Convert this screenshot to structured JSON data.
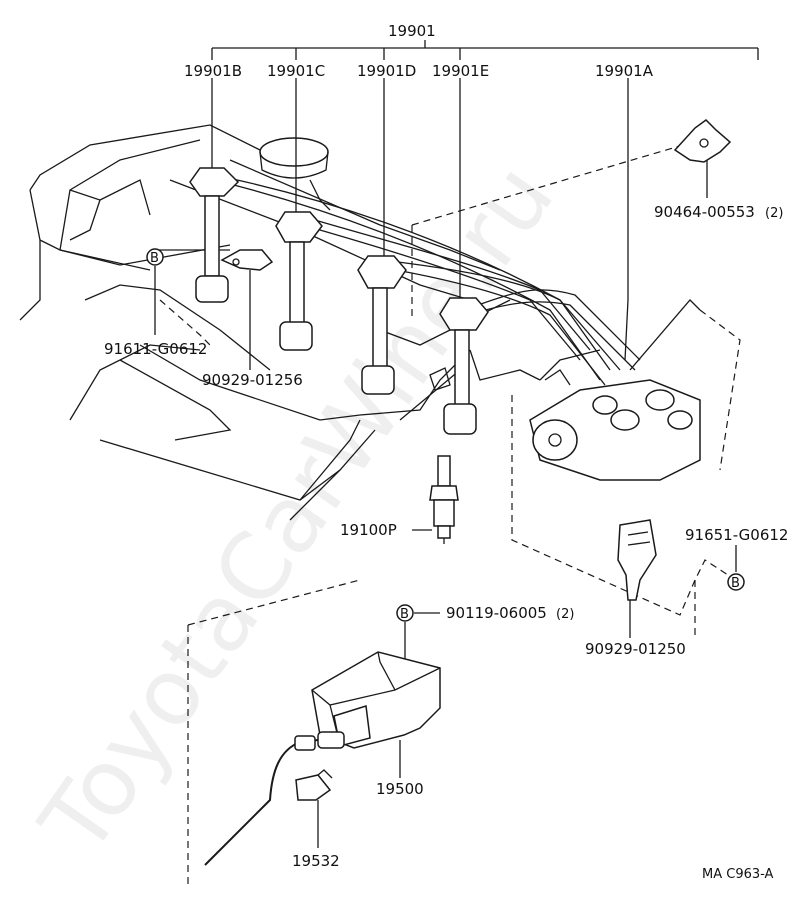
{
  "watermark": "ToyotaCarWine.ru",
  "figure_code": "MA C963-A",
  "labels": {
    "wire_set": "19901",
    "wire_b": "19901B",
    "wire_c": "19901C",
    "wire_d": "19901D",
    "wire_e": "19901E",
    "wire_a": "19901A",
    "clamp": "90464-00553",
    "clamp_qty": "(2)",
    "bolt_left": "91611-G0612",
    "clamp_left": "90929-01256",
    "spark_plug": "19100P",
    "bolt_right": "91651-G0612",
    "clamp_right": "90929-01250",
    "coil_bolt": "90119-06005",
    "coil_bolt_qty": "(2)",
    "coil": "19500",
    "cap": "19532",
    "ref_b": "B"
  }
}
